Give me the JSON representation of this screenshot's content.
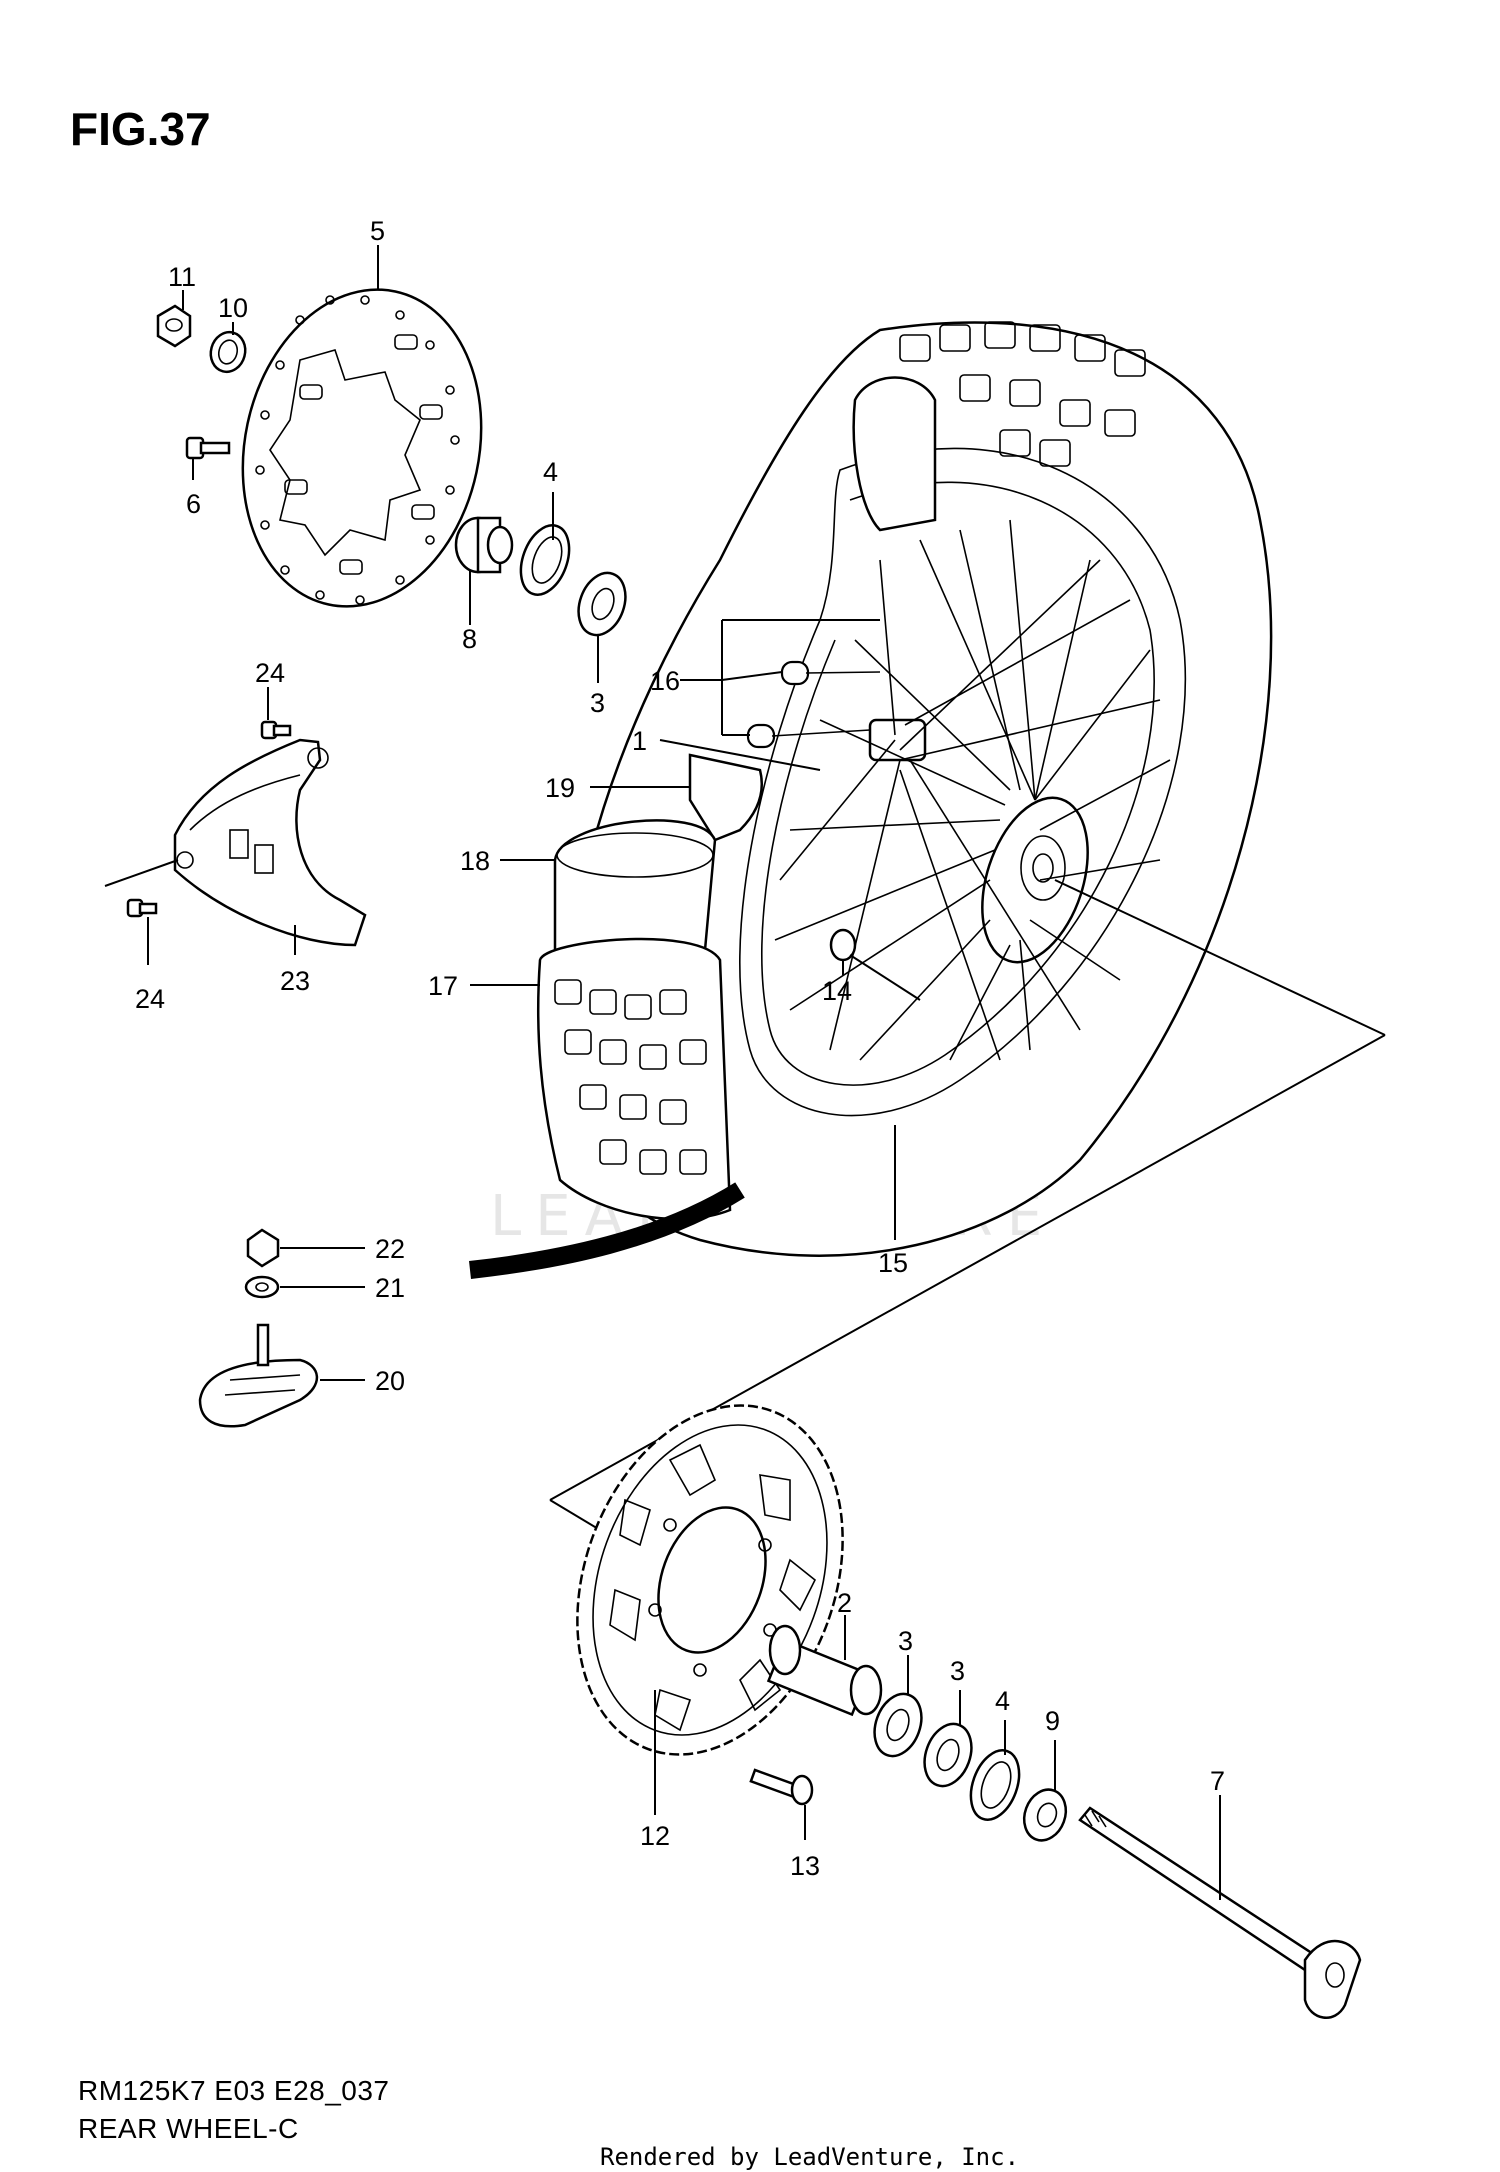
{
  "figure": {
    "title": "FIG.37"
  },
  "callouts": {
    "n1": "1",
    "n2": "2",
    "n3a": "3",
    "n3b": "3",
    "n3c": "3",
    "n4a": "4",
    "n4b": "4",
    "n5": "5",
    "n6": "6",
    "n7": "7",
    "n8": "8",
    "n9": "9",
    "n10": "10",
    "n11": "11",
    "n12": "12",
    "n13": "13",
    "n14": "14",
    "n15": "15",
    "n16": "16",
    "n17": "17",
    "n18": "18",
    "n19": "19",
    "n20": "20",
    "n21": "21",
    "n22": "22",
    "n23": "23",
    "n24a": "24",
    "n24b": "24"
  },
  "footer": {
    "code": "RM125K7 E03 E28_037",
    "name": "REAR WHEEL-C",
    "rendered_by": "Rendered by LeadVenture, Inc."
  },
  "watermark": {
    "text": "LEADVENTURE"
  }
}
